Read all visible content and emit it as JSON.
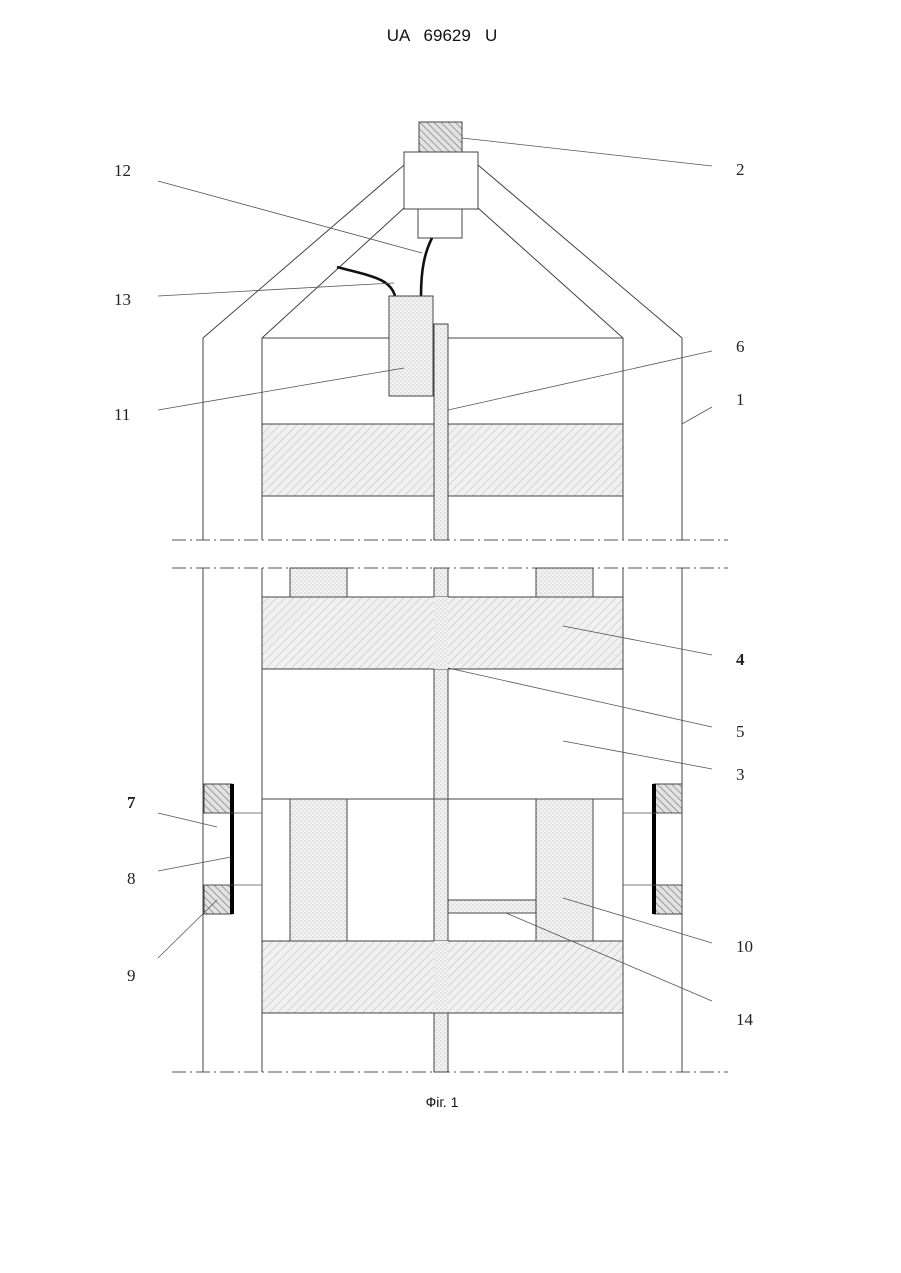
{
  "document": {
    "patent_number": "UA   69629   U",
    "figure_caption": "Фіг. 1"
  },
  "labels": {
    "l1": "1",
    "l2": "2",
    "l3": "3",
    "l4": "4",
    "l5": "5",
    "l6": "6",
    "l7": "7",
    "l8": "8",
    "l9": "9",
    "l10": "10",
    "l11": "11",
    "l12": "12",
    "l13": "13",
    "l14": "14"
  }
}
